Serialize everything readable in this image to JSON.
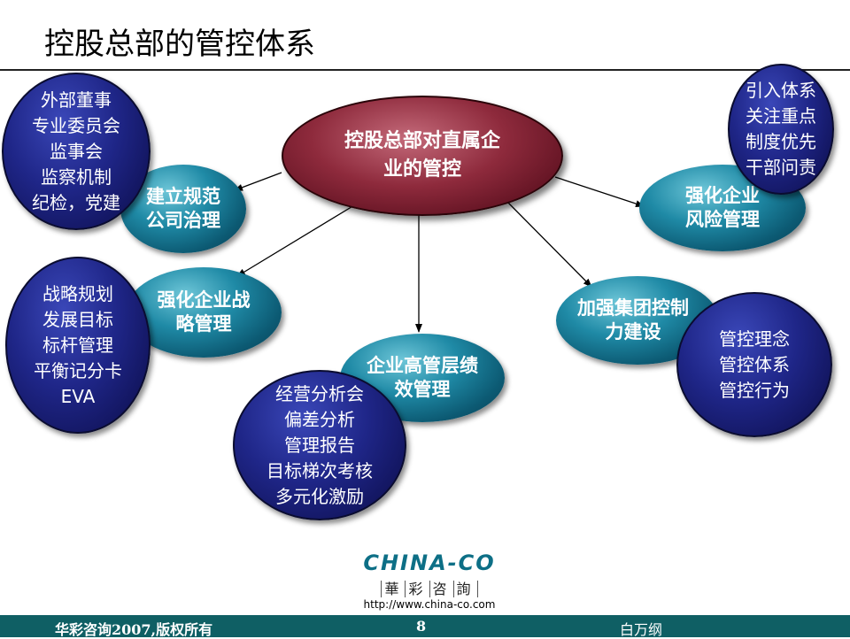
{
  "title": "控股总部的管控体系",
  "central": {
    "lines": [
      "控股总部对直属企",
      "业的管控"
    ]
  },
  "teal_nodes": {
    "governance": [
      "建立规范",
      "公司治理"
    ],
    "strategy": [
      "强化企业战",
      "略管理"
    ],
    "performance": [
      "企业高管层绩",
      "效管理"
    ],
    "control": [
      "加强集团控制",
      "力建设"
    ],
    "risk": [
      "强化企业",
      "风险管理"
    ]
  },
  "navy_nodes": {
    "board": [
      "外部董事",
      "专业委员会",
      "监事会",
      "监察机制",
      "纪检，党建"
    ],
    "planning": [
      "战略规划",
      "发展目标",
      "标杆管理",
      "平衡记分卡",
      "EVA"
    ],
    "analysis": [
      "经营分析会",
      "偏差分析",
      "管理报告",
      "目标梯次考核",
      "多元化激励"
    ],
    "concept": [
      "管控理念",
      "管控体系",
      "管控行为"
    ],
    "system": [
      "引入体系",
      "关注重点",
      "制度优先",
      "干部问责"
    ]
  },
  "logo": {
    "brand": "CHINA-CO",
    "chars": [
      "華",
      "彩",
      "咨",
      "詢"
    ],
    "url": "http://www.china-co.com"
  },
  "footer": {
    "left": "华彩咨询2007,版权所有",
    "page": "8",
    "right": "白万纲"
  },
  "colors": {
    "central": "#8e2a3c",
    "teal": "#1f8aa6",
    "navy": "#1f2688",
    "footer_bar": "#0f5f64",
    "logo": "#0d6f86"
  }
}
